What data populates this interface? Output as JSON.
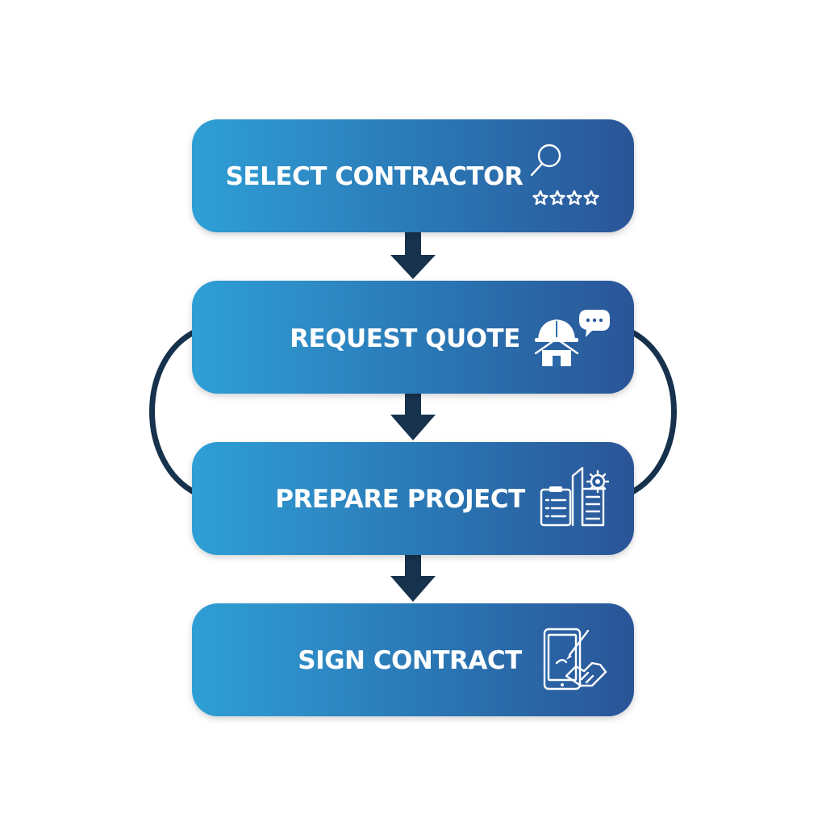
{
  "colors": {
    "box_gradient_start": "#2e9fd6",
    "box_gradient_end": "#2a5598",
    "arrow": "#17324d",
    "label_text": "#ffffff",
    "background": "#ffffff"
  },
  "steps": [
    {
      "label": "SELECT CONTRACTOR",
      "icon": "magnifier-stars-icon"
    },
    {
      "label": "REQUEST QUOTE",
      "icon": "contractor-house-chat-icon"
    },
    {
      "label": "PREPARE PROJECT",
      "icon": "clipboard-building-gear-icon"
    },
    {
      "label": "SIGN CONTRACT",
      "icon": "tablet-pen-handshake-icon"
    }
  ]
}
